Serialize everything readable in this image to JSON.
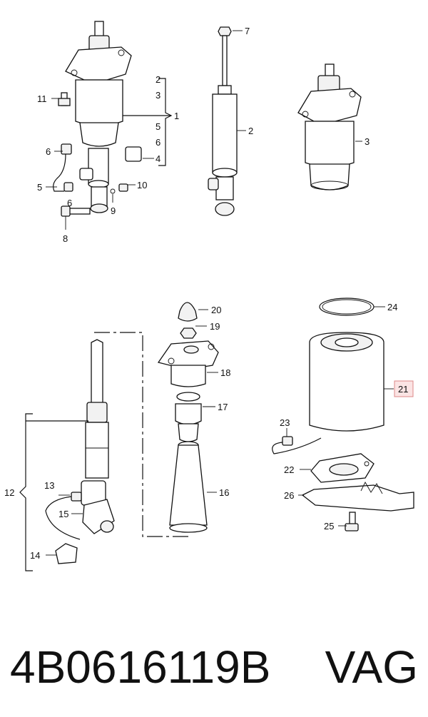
{
  "diagram": {
    "callouts": [
      {
        "id": "c1",
        "text": "1"
      },
      {
        "id": "c2a",
        "text": "2"
      },
      {
        "id": "c3a",
        "text": "3"
      },
      {
        "id": "c5a",
        "text": "5"
      },
      {
        "id": "c6a",
        "text": "6"
      },
      {
        "id": "c4",
        "text": "4"
      },
      {
        "id": "c11",
        "text": "11"
      },
      {
        "id": "c6b",
        "text": "6"
      },
      {
        "id": "c5b",
        "text": "5"
      },
      {
        "id": "c6c",
        "text": "6"
      },
      {
        "id": "c10",
        "text": "10"
      },
      {
        "id": "c9",
        "text": "9"
      },
      {
        "id": "c8",
        "text": "8"
      },
      {
        "id": "c7",
        "text": "7"
      },
      {
        "id": "c2b",
        "text": "2"
      },
      {
        "id": "c3b",
        "text": "3"
      },
      {
        "id": "c20",
        "text": "20"
      },
      {
        "id": "c19",
        "text": "19"
      },
      {
        "id": "c18",
        "text": "18"
      },
      {
        "id": "c17",
        "text": "17"
      },
      {
        "id": "c16",
        "text": "16"
      },
      {
        "id": "c24",
        "text": "24"
      },
      {
        "id": "c21",
        "text": "21"
      },
      {
        "id": "c23",
        "text": "23"
      },
      {
        "id": "c22",
        "text": "22"
      },
      {
        "id": "c26",
        "text": "26"
      },
      {
        "id": "c25",
        "text": "25"
      },
      {
        "id": "c12",
        "text": "12"
      },
      {
        "id": "c13",
        "text": "13"
      },
      {
        "id": "c15",
        "text": "15"
      },
      {
        "id": "c14",
        "text": "14"
      }
    ],
    "highlight_color": "#fbe4e4"
  },
  "footer": {
    "part_number": "4B0616119B",
    "brand": "VAG"
  }
}
